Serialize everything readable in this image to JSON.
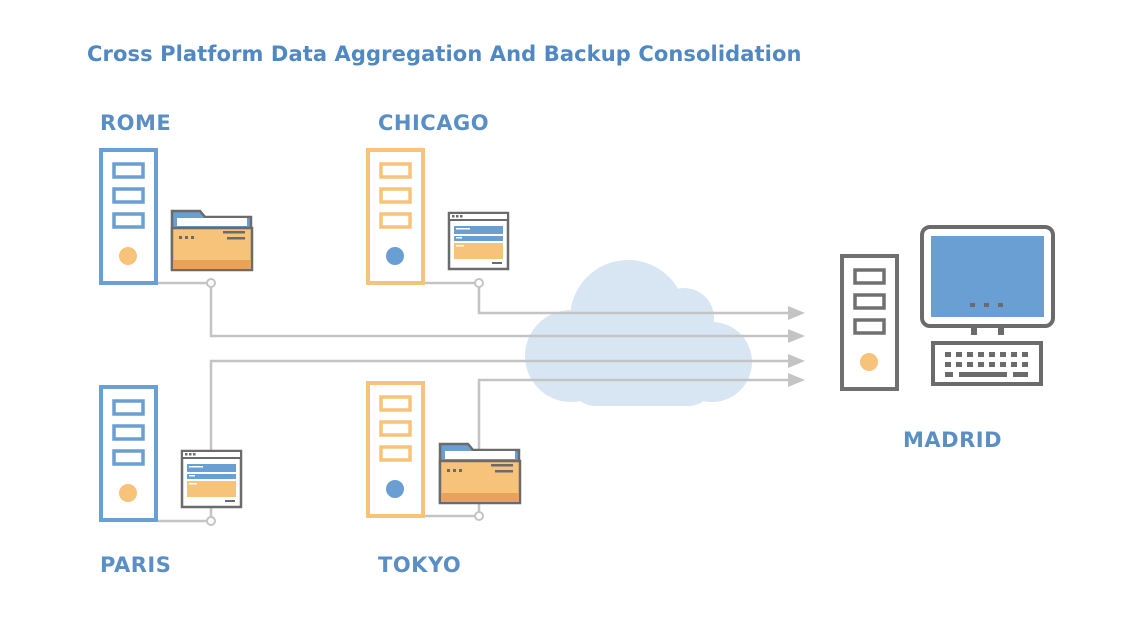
{
  "title": "Cross Platform Data Aggregation And Backup Consolidation",
  "nodes": {
    "rome": {
      "label": "ROME",
      "server_color": "#6a9fd3",
      "indicator_color": "#f7c27a",
      "attachment": "folder-icon"
    },
    "chicago": {
      "label": "CHICAGO",
      "server_color": "#f7c27a",
      "indicator_color": "#6a9fd3",
      "attachment": "document-window-icon"
    },
    "paris": {
      "label": "PARIS",
      "server_color": "#6a9fd3",
      "indicator_color": "#f7c27a",
      "attachment": "document-window-icon"
    },
    "tokyo": {
      "label": "TOKYO",
      "server_color": "#f7c27a",
      "indicator_color": "#6a9fd3",
      "attachment": "folder-icon"
    },
    "madrid": {
      "label": "MADRID",
      "server_color": "#707070",
      "indicator_color": "#f7c27a",
      "attachment": "desktop-computer-icon"
    }
  },
  "colors": {
    "title": "#4f88c2",
    "label": "#5a8fc6",
    "connector": "#c4c4c4",
    "cloud": "#d8e6f4",
    "screen": "#6a9fd3",
    "folder": "#f7c27a",
    "outline": "#6b6b6b"
  }
}
